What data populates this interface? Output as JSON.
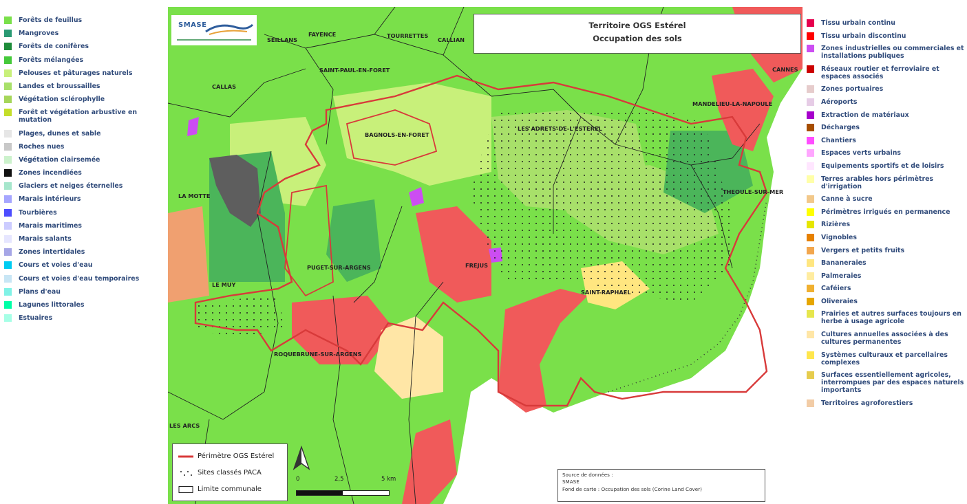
{
  "title_box": {
    "line1": "Territoire OGS Estérel",
    "line2": "Occupation des sols"
  },
  "logo": {
    "text": "SMASE"
  },
  "legend_left": [
    {
      "label": "Forêts de feuillus",
      "color": "#7ae04a"
    },
    {
      "label": "Mangroves",
      "color": "#2a9a73"
    },
    {
      "label": "Forêts de conifères",
      "color": "#1e8c3a"
    },
    {
      "label": "Forêts mélangées",
      "color": "#45c93a"
    },
    {
      "label": "Pelouses et pâturages naturels",
      "color": "#c8f07a"
    },
    {
      "label": "Landes et broussailles",
      "color": "#a8e06a"
    },
    {
      "label": "Végétation sclérophylle",
      "color": "#a6d65a"
    },
    {
      "label": "Forêt et végétation arbustive en mutation",
      "color": "#c4de2a"
    },
    {
      "label": "Plages, dunes et sable",
      "color": "#e6e6e6"
    },
    {
      "label": "Roches nues",
      "color": "#c8c8c8"
    },
    {
      "label": "Végétation clairsemée",
      "color": "#ccf2cc"
    },
    {
      "label": "Zones incendiées",
      "color": "#111111"
    },
    {
      "label": "Glaciers et neiges éternelles",
      "color": "#a6e6cc"
    },
    {
      "label": "Marais intérieurs",
      "color": "#a6a6ff"
    },
    {
      "label": "Tourbières",
      "color": "#4d4dff"
    },
    {
      "label": "Marais maritimes",
      "color": "#ccccff"
    },
    {
      "label": "Marais salants",
      "color": "#e6e6ff"
    },
    {
      "label": "Zones intertidales",
      "color": "#a6a6e6"
    },
    {
      "label": "Cours et voies d'eau",
      "color": "#00ccf2"
    },
    {
      "label": "Cours et voies d'eau temporaires",
      "color": "#c8e6f5"
    },
    {
      "label": "Plans d'eau",
      "color": "#80f2e6"
    },
    {
      "label": "Lagunes littorales",
      "color": "#00ffa6"
    },
    {
      "label": "Estuaires",
      "color": "#a6ffe6"
    }
  ],
  "legend_right": [
    {
      "label": "Tissu urbain continu",
      "color": "#e6004d"
    },
    {
      "label": "Tissu urbain discontinu",
      "color": "#ff0000"
    },
    {
      "label": "Zones industrielles ou commerciales et installations publiques",
      "color": "#cc4df2"
    },
    {
      "label": "Réseaux routier et ferroviaire et espaces associés",
      "color": "#cc0000"
    },
    {
      "label": "Zones portuaires",
      "color": "#e6cccc"
    },
    {
      "label": "Aéroports",
      "color": "#e6cce6"
    },
    {
      "label": "Extraction de matériaux",
      "color": "#a600cc"
    },
    {
      "label": "Décharges",
      "color": "#a64d00"
    },
    {
      "label": "Chantiers",
      "color": "#ff4dff"
    },
    {
      "label": "Espaces verts urbains",
      "color": "#ffa6ff"
    },
    {
      "label": "Equipements sportifs et de loisirs",
      "color": "#ffe6ff"
    },
    {
      "label": "Terres arables hors périmètres d'irrigation",
      "color": "#ffffa8"
    },
    {
      "label": "Canne à sucre",
      "color": "#f2c88a"
    },
    {
      "label": "Périmètres irrigués en permanence",
      "color": "#ffff00"
    },
    {
      "label": "Rizières",
      "color": "#e6e600"
    },
    {
      "label": "Vignobles",
      "color": "#e68000"
    },
    {
      "label": "Vergers et petits fruits",
      "color": "#f2a64d"
    },
    {
      "label": "Bananeraies",
      "color": "#ffe680"
    },
    {
      "label": "Palmeraies",
      "color": "#ffeca0"
    },
    {
      "label": "Caféiers",
      "color": "#f0b030"
    },
    {
      "label": "Oliveraies",
      "color": "#e6a600"
    },
    {
      "label": "Prairies et autres surfaces toujours en herbe à usage agricole",
      "color": "#e6e64d"
    },
    {
      "label": "Cultures annuelles associées à des cultures permanentes",
      "color": "#ffe6a6"
    },
    {
      "label": "Systèmes culturaux et parcellaires complexes",
      "color": "#ffe64d"
    },
    {
      "label": "Surfaces essentiellement agricoles, interrompues par des espaces naturels importants",
      "color": "#e6cc4d"
    },
    {
      "label": "Territoires agroforestiers",
      "color": "#f2cca6"
    }
  ],
  "communes": [
    {
      "label": "SEILLANS"
    },
    {
      "label": "FAYENCE"
    },
    {
      "label": "TOURRETTES"
    },
    {
      "label": "CALLIAN"
    },
    {
      "label": "SAINT-PAUL-EN-FORET"
    },
    {
      "label": "CALLAS"
    },
    {
      "label": "BAGNOLS-EN-FORET"
    },
    {
      "label": "LES ADRETS-DE-L'ESTEREL"
    },
    {
      "label": "MANDELIEU-LA-NAPOULE"
    },
    {
      "label": "CANNES"
    },
    {
      "label": "THEOULE-SUR-MER"
    },
    {
      "label": "LA MOTTE"
    },
    {
      "label": "PUGET-SUR-ARGENS"
    },
    {
      "label": "FREJUS"
    },
    {
      "label": "SAINT-RAPHAEL"
    },
    {
      "label": "LE MUY"
    },
    {
      "label": "ROQUEBRUNE-SUR-ARGENS"
    },
    {
      "label": "LES ARCS"
    }
  ],
  "map_legend": {
    "perimeter": "Périmètre OGS Estérel",
    "sites": "Sites classés PACA",
    "limit": "Limite communale"
  },
  "scale": {
    "zero": "0",
    "mid": "2,5",
    "end": "5 km"
  },
  "source": {
    "line1": "Source de données :",
    "line2": "SMASE",
    "line3": "Fond de carte : Occupation des sols (Corine Land Cover)"
  },
  "colors": {
    "perimeter": "#d83a3a",
    "forest": "#7ae04a",
    "urban": "#f05a5a"
  }
}
